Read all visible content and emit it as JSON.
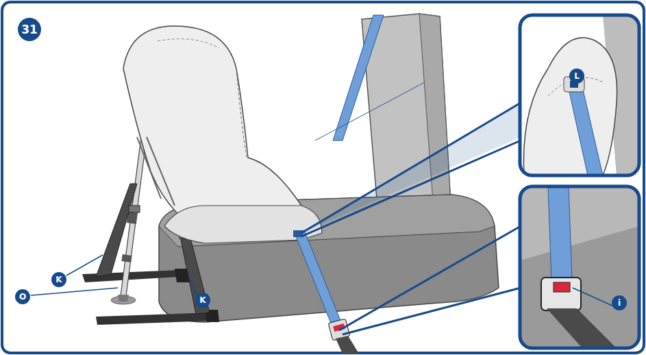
{
  "diagram": {
    "labels": [
      "31",
      "L",
      "i",
      "K",
      "O",
      "K"
    ]
  }
}
